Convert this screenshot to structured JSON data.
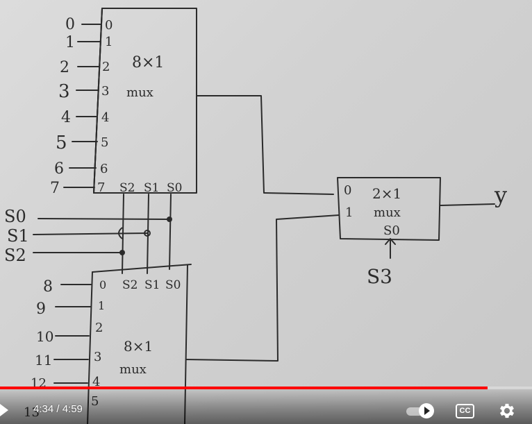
{
  "player": {
    "current_time": "4:34",
    "duration": "4:59",
    "time_display": "4:34 / 4:59",
    "progress_fraction": 0.916,
    "accent_color": "#ff0000",
    "cc_label": "CC",
    "icons": {
      "play": "play-icon",
      "autoplay": "autoplay-toggle-icon",
      "captions": "closed-captions-icon",
      "settings": "gear-icon"
    }
  },
  "diagram": {
    "top_mux": {
      "title_line1": "8×1",
      "title_line2": "mux",
      "input_numbers": [
        "0",
        "1",
        "2",
        "3",
        "4",
        "5",
        "6",
        "7"
      ],
      "pin_labels": [
        "0",
        "1",
        "2",
        "3",
        "4",
        "5",
        "6",
        "7"
      ],
      "select_labels": [
        "S2",
        "S1",
        "S0"
      ]
    },
    "bottom_mux": {
      "title_line1": "8×1",
      "title_line2": "mux",
      "input_numbers": [
        "8",
        "9",
        "10",
        "11",
        "12",
        "13"
      ],
      "pin_labels": [
        "0",
        "1",
        "2",
        "3",
        "4",
        "5"
      ],
      "select_labels": [
        "S2",
        "S1",
        "S0"
      ]
    },
    "out_mux": {
      "title_line1": "2×1",
      "title_line2": "mux",
      "pin_labels": [
        "0",
        "1"
      ],
      "select_label": "S0"
    },
    "select_inputs": [
      "S0",
      "S1",
      "S2"
    ],
    "s3_label": "S3",
    "output_label": "y"
  }
}
